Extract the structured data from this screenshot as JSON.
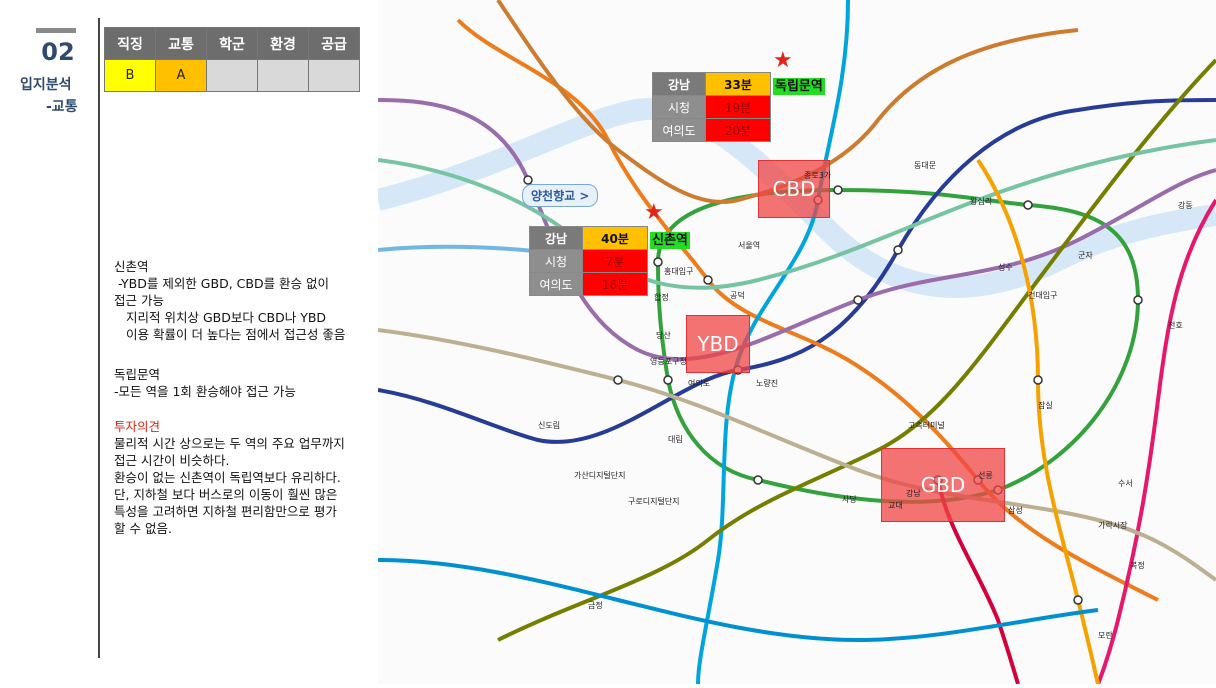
{
  "header": {
    "number": "02",
    "title_line1": "입지분석",
    "title_line2": "-교통"
  },
  "grade_table": {
    "headers": [
      "직징",
      "교통",
      "학군",
      "환경",
      "공급"
    ],
    "values": [
      "B",
      "A",
      "",
      "",
      ""
    ]
  },
  "notes": {
    "sinchon_title": "신촌역",
    "sinchon_line1": "-YBD를 제외한 GBD, CBD를 환승 없이",
    "sinchon_line2": "접근 가능",
    "sinchon_line3": "지리적 위치상 GBD보다 CBD나 YBD",
    "sinchon_line4": "이용 확률이 더 높다는 점에서 접근성 좋음",
    "dongnip_title": "독립문역",
    "dongnip_line1": "-모든 역을 1회 환승해야 접근 가능",
    "opinion_title": "투자의견",
    "opinion_lines": [
      "물리적 시간 상으로는 두 역의 주요 업무까지",
      "접근 시간이 비슷하다.",
      "환승이 없는 신촌역이 독립역보다 유리하다.",
      "단, 지하철 보다 버스로의 이동이 훨씬 많은",
      "특성을 고려하면 지하철 편리함만으로 평가",
      "할 수 없음."
    ]
  },
  "map": {
    "dongnip_table": {
      "station": "독립문역",
      "rows": [
        {
          "label": "강남",
          "time": "33분"
        },
        {
          "label": "시청",
          "time": "19분"
        },
        {
          "label": "여의도",
          "time": "20분"
        }
      ]
    },
    "sinchon_table": {
      "station": "신촌역",
      "rows": [
        {
          "label": "강남",
          "time": "40분"
        },
        {
          "label": "시청",
          "time": "7분"
        },
        {
          "label": "여의도",
          "time": "16분"
        }
      ]
    },
    "zones": [
      "CBD",
      "YBD",
      "GBD"
    ],
    "yangcheon_label": "양천향교 >",
    "station_labels": [
      "홍대입구",
      "합정",
      "당산",
      "영등포구청",
      "여의도",
      "노량진",
      "사당",
      "강남",
      "종로3가",
      "동대문",
      "왕십리",
      "잠실",
      "신도림",
      "서울역",
      "공덕",
      "고속터미널",
      "교대",
      "선릉",
      "삼성",
      "건대입구",
      "성수",
      "군자",
      "가산디지털단지",
      "대림",
      "구로디지털단지",
      "금정",
      "수서",
      "가락시장",
      "복정",
      "모란",
      "천호",
      "강동"
    ]
  }
}
